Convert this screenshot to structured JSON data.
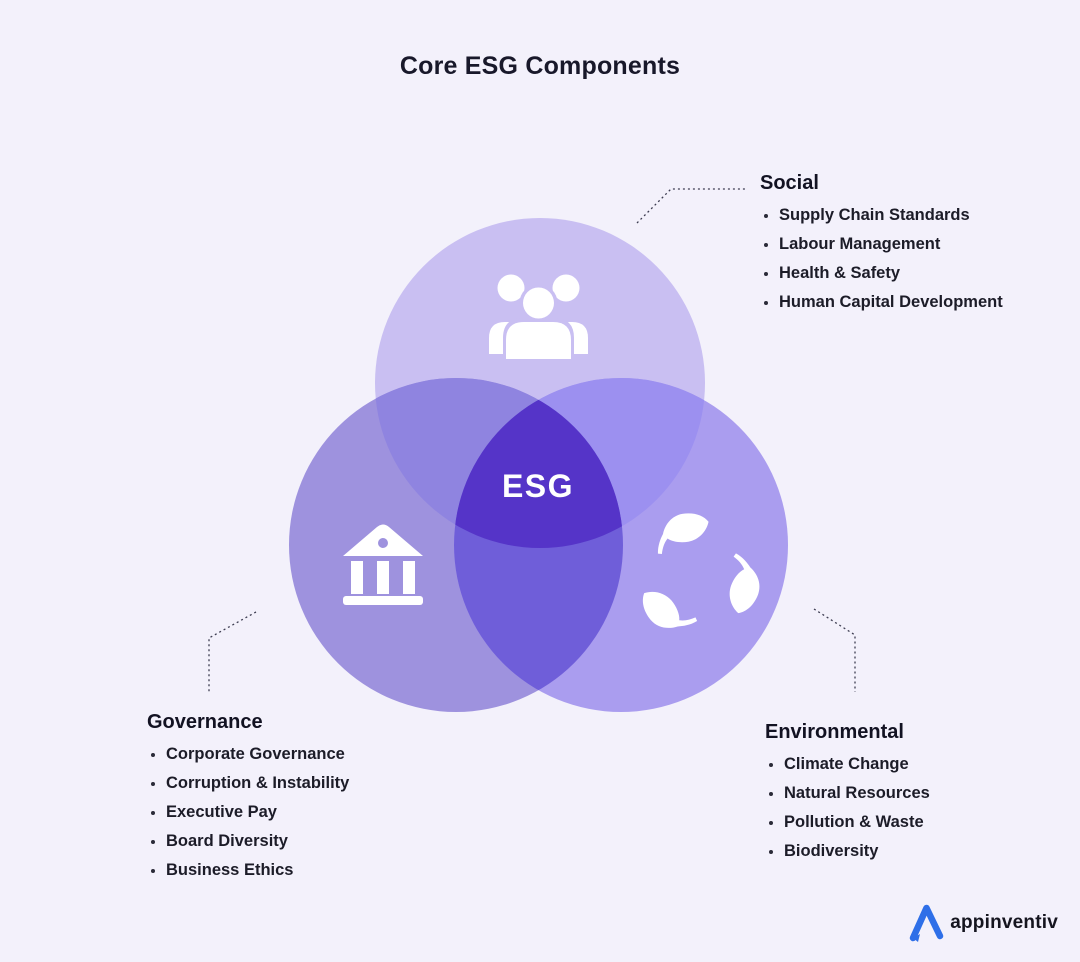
{
  "title": "Core ESG Components",
  "center_label": "ESG",
  "sections": {
    "social": {
      "label": "Social",
      "icon": "people-group-icon",
      "items": [
        "Supply Chain Standards",
        "Labour Management",
        "Health & Safety",
        "Human Capital Development"
      ]
    },
    "governance": {
      "label": "Governance",
      "icon": "bank-building-icon",
      "items": [
        "Corporate Governance",
        "Corruption & Instability",
        "Executive Pay",
        "Board Diversity",
        "Business Ethics"
      ]
    },
    "environmental": {
      "label": "Environmental",
      "icon": "leaves-recycle-icon",
      "items": [
        "Climate Change",
        "Natural Resources",
        "Pollution & Waste",
        "Biodiversity"
      ]
    }
  },
  "colors": {
    "background": "#f3f1fb",
    "circle_social": "#c9bff2",
    "circle_governance": "#9e92de",
    "circle_environmental": "#aa9def",
    "overlap_social_governance": "#8f84e0",
    "overlap_social_environmental": "#9c90f0",
    "overlap_governance_environmental": "#6f5ed9",
    "overlap_center": "#5534c8",
    "icon_white": "#ffffff",
    "connector": "#3e3e52",
    "logo_blue": "#2e6fe8"
  },
  "logo": {
    "text": "appinventiv"
  }
}
